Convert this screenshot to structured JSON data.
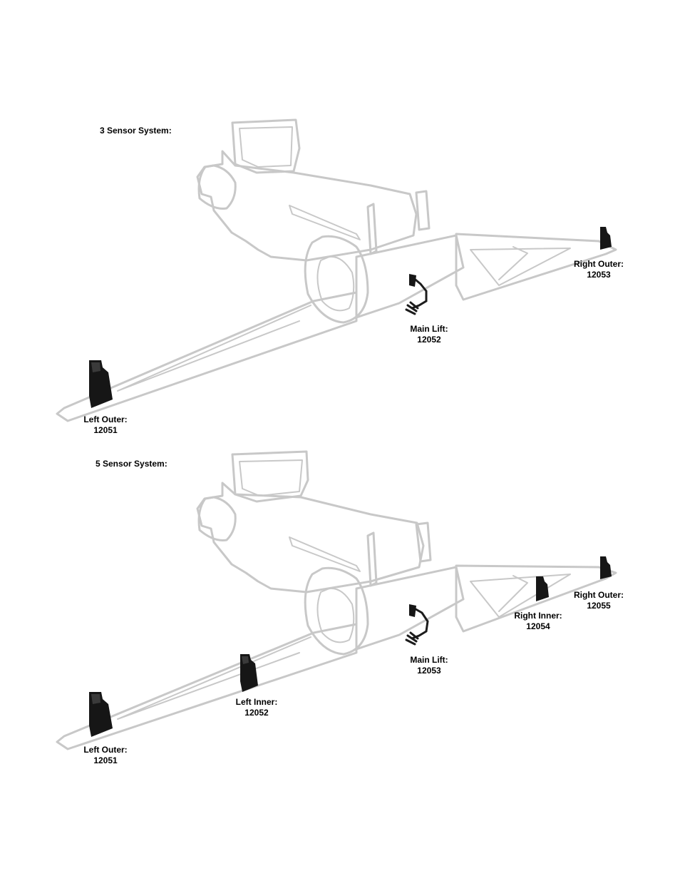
{
  "diagrams": [
    {
      "title": "3 Sensor System:",
      "sensors": [
        {
          "name": "Left Outer:",
          "part": "12051"
        },
        {
          "name": "Main Lift:",
          "part": "12052"
        },
        {
          "name": "Right Outer:",
          "part": "12053"
        }
      ]
    },
    {
      "title": "5 Sensor System:",
      "sensors": [
        {
          "name": "Left Outer:",
          "part": "12051"
        },
        {
          "name": "Left Inner:",
          "part": "12052"
        },
        {
          "name": "Main Lift:",
          "part": "12053"
        },
        {
          "name": "Right Inner:",
          "part": "12054"
        },
        {
          "name": "Right Outer:",
          "part": "12055"
        }
      ]
    }
  ],
  "colors": {
    "outline": "#c8c8c8",
    "sensor": "#161616",
    "text": "#000000"
  }
}
